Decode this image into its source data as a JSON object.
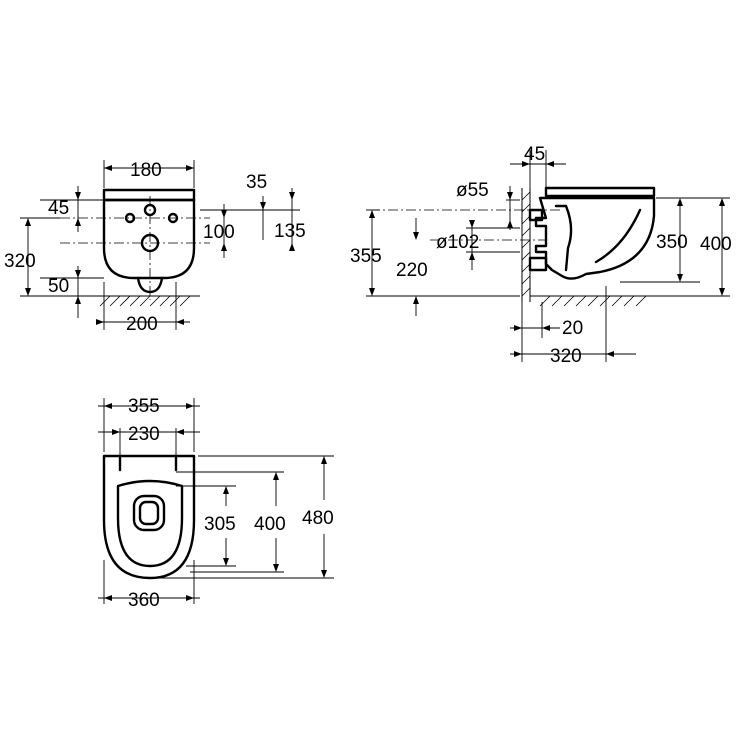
{
  "front_view": {
    "width_top": "180",
    "width_bottom": "200",
    "h_total": "320",
    "h_seat_offset": "45",
    "h_lower": "50",
    "h_small": "35",
    "h_holes": "100",
    "h_135": "135"
  },
  "side_view": {
    "w_top": "45",
    "pipe_small": "ø55",
    "pipe_large": "ø102",
    "h_355": "355",
    "h_220": "220",
    "h_350": "350",
    "h_400": "400",
    "w_20": "20",
    "w_320": "320"
  },
  "top_view": {
    "w_355": "355",
    "w_230": "230",
    "w_360": "360",
    "l_305": "305",
    "l_400": "400",
    "l_480": "480"
  }
}
